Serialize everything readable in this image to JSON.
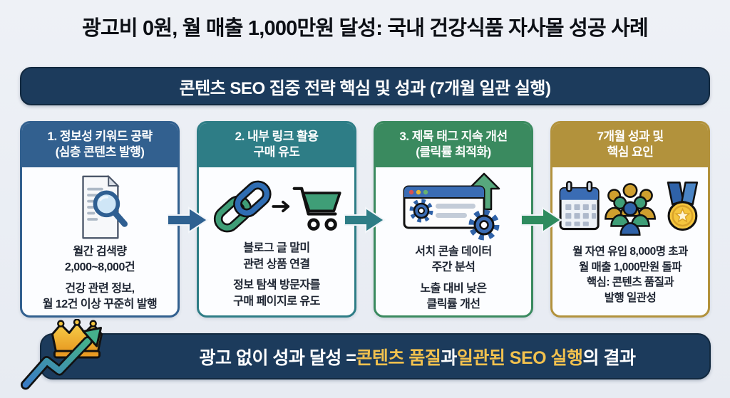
{
  "title": "광고비 0원, 월 매출 1,000만원 달성: 국내 건강식품 자사몰 성공 사례",
  "banner": {
    "text": "콘텐츠 SEO 집중 전략 핵심 및 성과 (7개월 일관 실행)",
    "bg": "#1c3b5c"
  },
  "cards": [
    {
      "header_line1": "1. 정보성 키워드 공략",
      "header_line2": "(심층 콘텐츠 발행)",
      "color": "#32608f",
      "icon": "document-search-icon",
      "body_lines": [
        "월간 검색량",
        "2,000~8,000건",
        "건강 관련 정보,",
        "월 12건 이상 꾸준히 발행"
      ]
    },
    {
      "header_line1": "2. 내부 링크 활용",
      "header_line2": "구매 유도",
      "color": "#2e7d86",
      "icon": "link-to-cart-icon",
      "body_lines": [
        "블로그 글 말미",
        "관련 상품 연결",
        "정보 탐색 방문자를",
        "구매 페이지로 유도"
      ]
    },
    {
      "header_line1": "3. 제목 태그 지속 개선",
      "header_line2": "(클릭률 최적화)",
      "color": "#3a8a5f",
      "icon": "browser-gears-growth-icon",
      "body_lines": [
        "서치 콘솔 데이터",
        "주간 분석",
        "노출 대비 낮은",
        "클릭률 개선"
      ]
    },
    {
      "header_line1": "7개월 성과 및",
      "header_line2": "핵심 요인",
      "color": "#b2923c",
      "icon": "calendar-people-medal-icon",
      "body_lines": [
        "월 자연 유입 8,000명 초과",
        "월 매출 1,000만원 돌파",
        "핵심: 콘텐츠 품질과",
        "발행 일관성"
      ]
    }
  ],
  "arrows": [
    {
      "color": "#2e6191"
    },
    {
      "color": "#2e7d86"
    },
    {
      "color": "#2e8b5f"
    }
  ],
  "conclusion": {
    "bg": "#1c3b5c",
    "icon": "crown-growth-arrow-icon",
    "highlight_color": "#f2c14e",
    "parts": [
      {
        "text": "광고 없이 성과 달성 = ",
        "highlight": false
      },
      {
        "text": "콘텐츠 품질",
        "highlight": true
      },
      {
        "text": "과 ",
        "highlight": false
      },
      {
        "text": "일관된 SEO 실행",
        "highlight": true
      },
      {
        "text": "의 결과",
        "highlight": false
      }
    ]
  }
}
